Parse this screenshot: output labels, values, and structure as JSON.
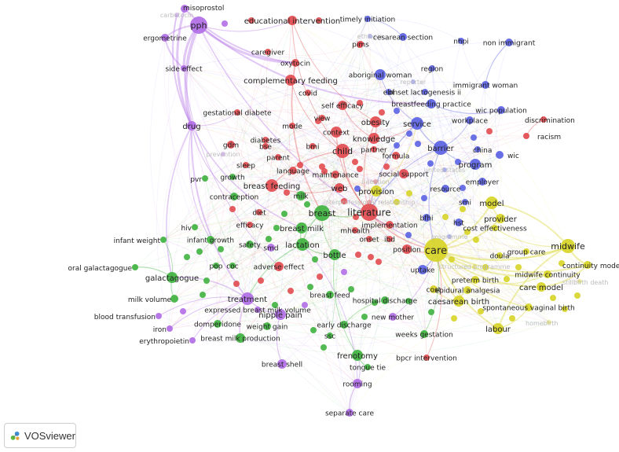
{
  "brand": {
    "name": "VOSviewer"
  },
  "colors": {
    "red": "#e24b4f",
    "green": "#3fb33f",
    "blue": "#5b62e3",
    "yellow": "#d7d427",
    "purple": "#b16ee6"
  },
  "clusters": [
    {
      "id": "red",
      "color": "#e24b4f"
    },
    {
      "id": "green",
      "color": "#3fb33f"
    },
    {
      "id": "blue",
      "color": "#5b62e3"
    },
    {
      "id": "yellow",
      "color": "#d7d427"
    },
    {
      "id": "purple",
      "color": "#b16ee6"
    }
  ],
  "nodes": [
    {
      "label": "misoprostol",
      "cluster": "purple"
    },
    {
      "label": "carbetocin",
      "cluster": "purple",
      "faint": true
    },
    {
      "label": "pph",
      "cluster": "purple"
    },
    {
      "label": "ergometrine",
      "cluster": "purple"
    },
    {
      "label": "side effect",
      "cluster": "purple"
    },
    {
      "label": "drug",
      "cluster": "purple"
    },
    {
      "label": "educational intervention",
      "cluster": "red"
    },
    {
      "label": "caregiver",
      "cluster": "red"
    },
    {
      "label": "oxytocin",
      "cluster": "red"
    },
    {
      "label": "complementary feeding",
      "cluster": "red"
    },
    {
      "label": "covid",
      "cluster": "red"
    },
    {
      "label": "self efficacy",
      "cluster": "red"
    },
    {
      "label": "gestational diabete",
      "cluster": "red"
    },
    {
      "label": "mode",
      "cluster": "red"
    },
    {
      "label": "view",
      "cluster": "red"
    },
    {
      "label": "context",
      "cluster": "red"
    },
    {
      "label": "diabetes",
      "cluster": "red"
    },
    {
      "label": "gdm",
      "cluster": "red"
    },
    {
      "label": "bse",
      "cluster": "red"
    },
    {
      "label": "bmi",
      "cluster": "red"
    },
    {
      "label": "child",
      "cluster": "red"
    },
    {
      "label": "parent",
      "cluster": "red"
    },
    {
      "label": "prevention",
      "cluster": "purple",
      "faint": true
    },
    {
      "label": "sleep",
      "cluster": "red"
    },
    {
      "label": "language",
      "cluster": "red"
    },
    {
      "label": "maintenance",
      "cluster": "red"
    },
    {
      "label": "growth",
      "cluster": "green"
    },
    {
      "label": "pvr",
      "cluster": "green"
    },
    {
      "label": "breast feeding",
      "cluster": "red"
    },
    {
      "label": "web",
      "cluster": "red"
    },
    {
      "label": "contraception",
      "cluster": "green"
    },
    {
      "label": "milk",
      "cluster": "green"
    },
    {
      "label": "breast",
      "cluster": "green"
    },
    {
      "label": "diet",
      "cluster": "red"
    },
    {
      "label": "literature",
      "cluster": "red"
    },
    {
      "label": "obesity",
      "cluster": "red"
    },
    {
      "label": "knowledge",
      "cluster": "red"
    },
    {
      "label": "partner",
      "cluster": "red"
    },
    {
      "label": "formula",
      "cluster": "red"
    },
    {
      "label": "social support",
      "cluster": "red"
    },
    {
      "label": "provision",
      "cluster": "yellow"
    },
    {
      "label": "intention",
      "cluster": "red",
      "faint": true
    },
    {
      "label": "interprofessional relationship",
      "cluster": "red",
      "faint": true
    },
    {
      "label": "implementation",
      "cluster": "red"
    },
    {
      "label": "efficacy",
      "cluster": "red"
    },
    {
      "label": "breast milk",
      "cluster": "green"
    },
    {
      "label": "hiv",
      "cluster": "green"
    },
    {
      "label": "infant growth",
      "cluster": "green"
    },
    {
      "label": "infant weight",
      "cluster": "green"
    },
    {
      "label": "safety",
      "cluster": "green"
    },
    {
      "label": "smd",
      "cluster": "purple"
    },
    {
      "label": "lactation",
      "cluster": "green"
    },
    {
      "label": "mhealth",
      "cluster": "red"
    },
    {
      "label": "onset",
      "cluster": "red"
    },
    {
      "label": "ibd",
      "cluster": "red"
    },
    {
      "label": "bottle",
      "cluster": "green"
    },
    {
      "label": "oral galactagogue",
      "cluster": "green"
    },
    {
      "label": "pop",
      "cluster": "green"
    },
    {
      "label": "coc",
      "cluster": "green"
    },
    {
      "label": "adverse effect",
      "cluster": "red"
    },
    {
      "label": "galactagogue",
      "cluster": "green"
    },
    {
      "label": "milk volume",
      "cluster": "green"
    },
    {
      "label": "treatment",
      "cluster": "purple"
    },
    {
      "label": "expressed breast milk volume",
      "cluster": "purple"
    },
    {
      "label": "breast feed",
      "cluster": "green"
    },
    {
      "label": "hospital discharge",
      "cluster": "green"
    },
    {
      "label": "blood transfusion",
      "cluster": "purple"
    },
    {
      "label": "iron",
      "cluster": "purple"
    },
    {
      "label": "domperidone",
      "cluster": "green"
    },
    {
      "label": "nipple pain",
      "cluster": "purple"
    },
    {
      "label": "weight gain",
      "cluster": "green"
    },
    {
      "label": "early discharge",
      "cluster": "green"
    },
    {
      "label": "new mother",
      "cluster": "purple"
    },
    {
      "label": "erythropoietin",
      "cluster": "purple"
    },
    {
      "label": "breast milk production",
      "cluster": "green"
    },
    {
      "label": "ssc",
      "cluster": "green"
    },
    {
      "label": "weeks gestation",
      "cluster": "green"
    },
    {
      "label": "frenotomy",
      "cluster": "green"
    },
    {
      "label": "breast shell",
      "cluster": "purple"
    },
    {
      "label": "tongue tie",
      "cluster": "green"
    },
    {
      "label": "bpcr intervention",
      "cluster": "red"
    },
    {
      "label": "rooming",
      "cluster": "purple"
    },
    {
      "label": "separate care",
      "cluster": "purple"
    },
    {
      "label": "timely initiation",
      "cluster": "blue"
    },
    {
      "label": "ethiopia",
      "cluster": "blue",
      "faint": true
    },
    {
      "label": "cesarean section",
      "cluster": "blue"
    },
    {
      "label": "nhpi",
      "cluster": "blue"
    },
    {
      "label": "non immigrant",
      "cluster": "blue"
    },
    {
      "label": "pims",
      "cluster": "red"
    },
    {
      "label": "region",
      "cluster": "blue"
    },
    {
      "label": "aboriginal woman",
      "cluster": "blue"
    },
    {
      "label": "immigrant woman",
      "cluster": "blue"
    },
    {
      "label": "reporter",
      "cluster": "blue",
      "faint": true
    },
    {
      "label": "ebf",
      "cluster": "blue"
    },
    {
      "label": "onset lactogenesis ii",
      "cluster": "blue"
    },
    {
      "label": "breastfeeding practice",
      "cluster": "blue"
    },
    {
      "label": "wic population",
      "cluster": "blue"
    },
    {
      "label": "service",
      "cluster": "blue"
    },
    {
      "label": "workplace",
      "cluster": "blue"
    },
    {
      "label": "discrimination",
      "cluster": "red"
    },
    {
      "label": "racism",
      "cluster": "red"
    },
    {
      "label": "barrier",
      "cluster": "blue"
    },
    {
      "label": "china",
      "cluster": "blue"
    },
    {
      "label": "wic",
      "cluster": "blue"
    },
    {
      "label": "program",
      "cluster": "blue"
    },
    {
      "label": "united states",
      "cluster": "blue",
      "faint": true
    },
    {
      "label": "employer",
      "cluster": "blue"
    },
    {
      "label": "resource",
      "cluster": "blue"
    },
    {
      "label": "model",
      "cluster": "yellow"
    },
    {
      "label": "smi",
      "cluster": "blue"
    },
    {
      "label": "provider",
      "cluster": "yellow"
    },
    {
      "label": "bfhi",
      "cluster": "blue"
    },
    {
      "label": "hst",
      "cluster": "blue"
    },
    {
      "label": "cost effectiveness",
      "cluster": "yellow"
    },
    {
      "label": "programme",
      "cluster": "blue",
      "faint": true
    },
    {
      "label": "care",
      "cluster": "yellow"
    },
    {
      "label": "position",
      "cluster": "red"
    },
    {
      "label": "doula",
      "cluster": "yellow"
    },
    {
      "label": "group care",
      "cluster": "yellow"
    },
    {
      "label": "midwife",
      "cluster": "yellow"
    },
    {
      "label": "continuity model",
      "cluster": "yellow"
    },
    {
      "label": "structured programme",
      "cluster": "yellow",
      "faint": true
    },
    {
      "label": "midwife continuity",
      "cluster": "yellow"
    },
    {
      "label": "stillbirth death",
      "cluster": "yellow",
      "faint": true
    },
    {
      "label": "uptake",
      "cluster": "blue"
    },
    {
      "label": "preterm birth",
      "cluster": "yellow"
    },
    {
      "label": "cost",
      "cluster": "yellow"
    },
    {
      "label": "epidural analgesia",
      "cluster": "yellow"
    },
    {
      "label": "care model",
      "cluster": "yellow"
    },
    {
      "label": "caesarean birth",
      "cluster": "yellow"
    },
    {
      "label": "spontaneous vaginal birth",
      "cluster": "yellow"
    },
    {
      "label": "labour",
      "cluster": "yellow"
    },
    {
      "label": "homebirth",
      "cluster": "yellow",
      "faint": true
    }
  ]
}
